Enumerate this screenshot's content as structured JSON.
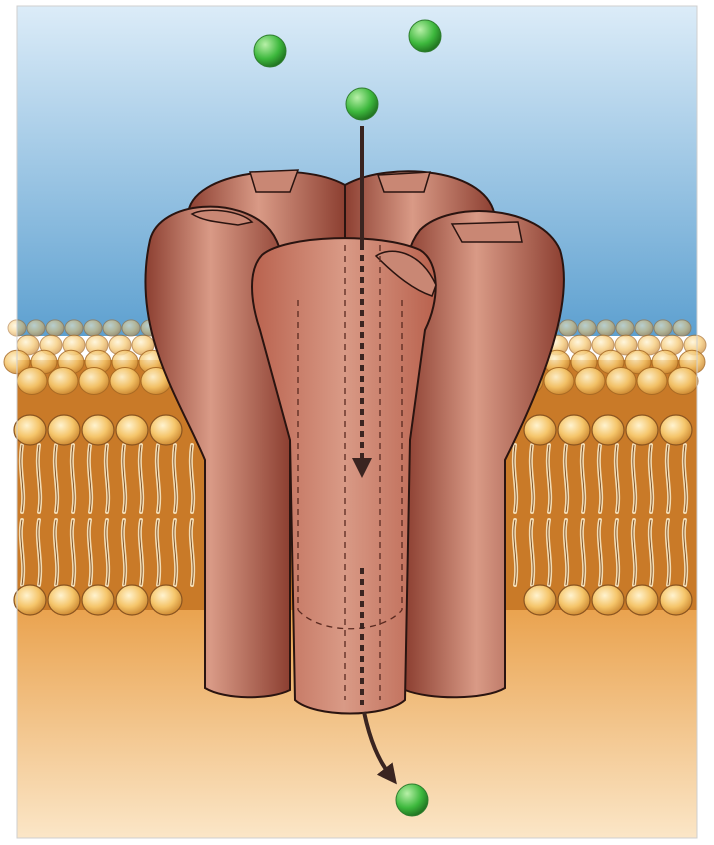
{
  "figure": {
    "colors": {
      "extracellular_top": "#dcecf8",
      "extracellular_bottom": "#5da0d0",
      "cytoplasm_top": "#e9a04a",
      "cytoplasm_bottom": "#fbe6c7",
      "lipid_head": "#f5c56a",
      "lipid_head_shade": "#c9832c",
      "lipid_tail": "#f3dcb4",
      "membrane_core": "#c97a28",
      "protein_light": "#d99a86",
      "protein_mid": "#b9624e",
      "protein_dark": "#8c3f31",
      "ion": "#3db83d",
      "ion_highlight": "#b8f0a8",
      "arrow": "#3a2420"
    },
    "ions": {
      "outside_count": 3,
      "in_channel_count": 0,
      "inside_count": 1
    }
  }
}
